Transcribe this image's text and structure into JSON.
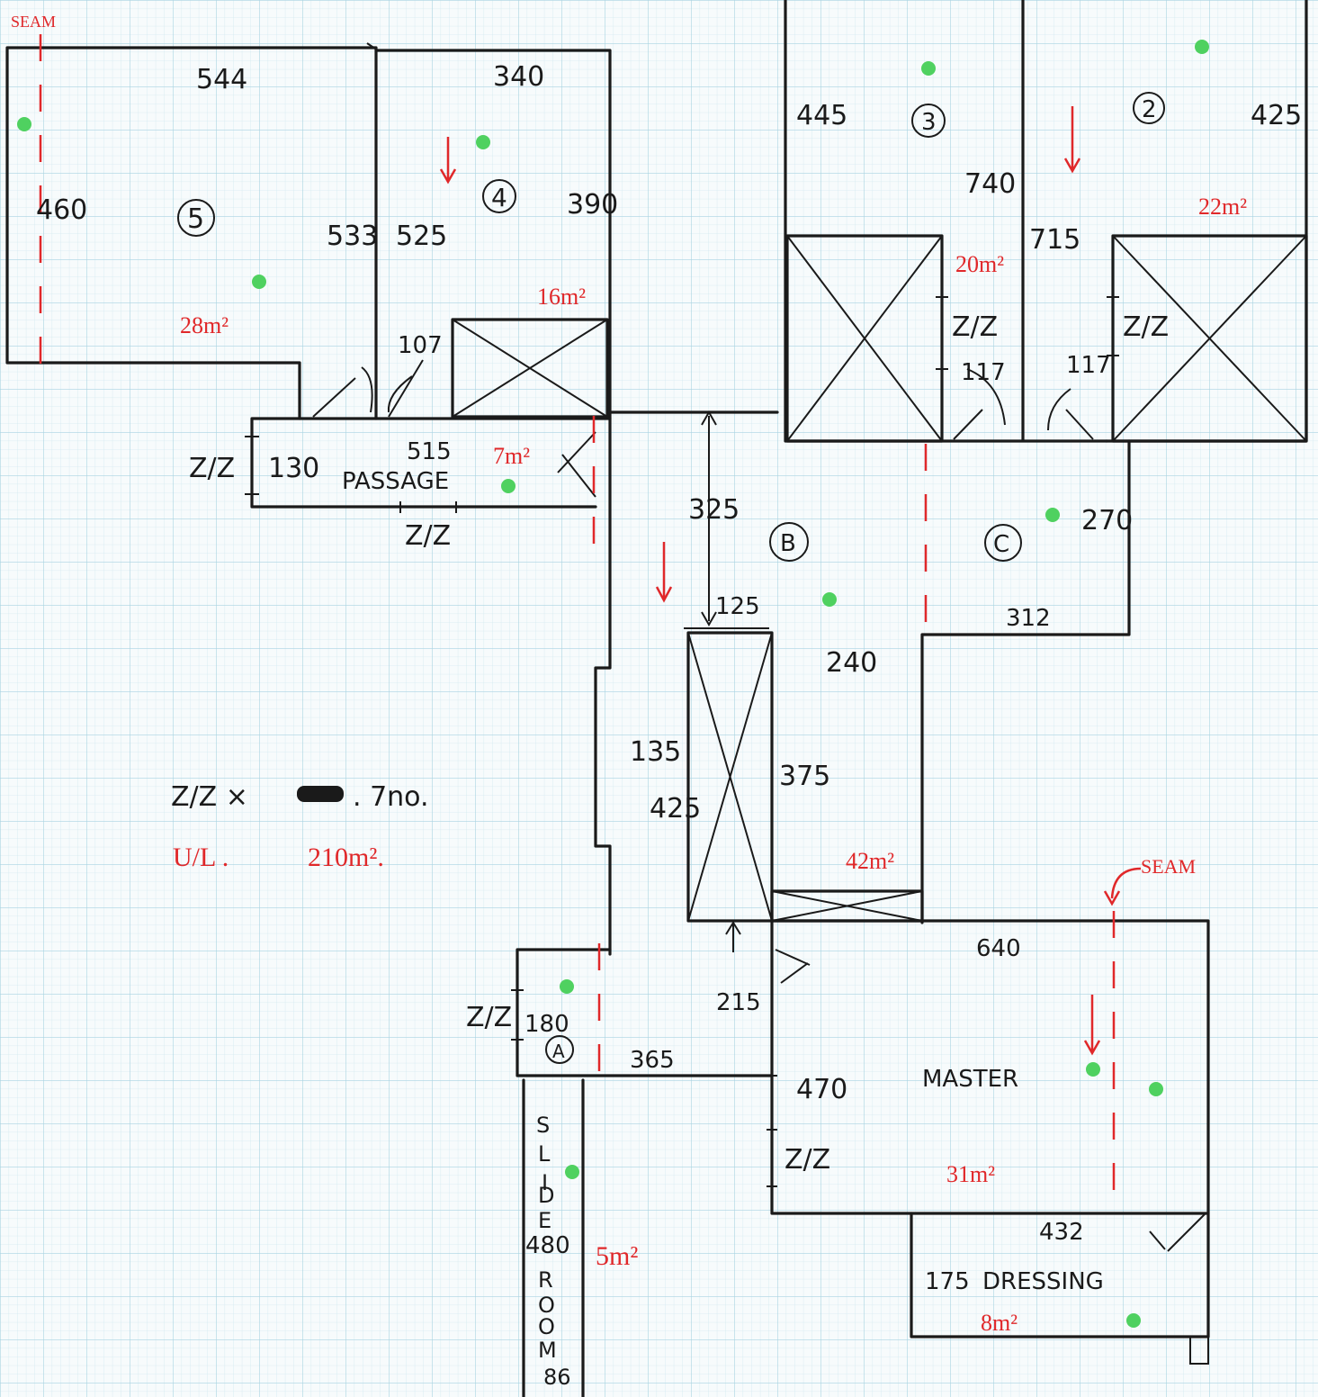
{
  "seam_labels": [
    "SEAM",
    "SEAM"
  ],
  "room_5": {
    "number": "5",
    "top": "544",
    "side": "460",
    "area": "28m²"
  },
  "room_4": {
    "number": "4",
    "top": "340",
    "left_a": "533",
    "left_b": "525",
    "right": "390",
    "area": "16m²",
    "door": "107"
  },
  "passage": {
    "label": "PASSAGE",
    "length": "515",
    "width": "130",
    "area": "7m²",
    "zz_left": "Z/Z",
    "zz_bottom": "Z/Z"
  },
  "room_3": {
    "number": "3",
    "side": "445",
    "depth": "740",
    "area": "20m²",
    "zz": "Z/Z",
    "door": "117"
  },
  "room_2": {
    "number": "2",
    "side": "425",
    "depth": "715",
    "area": "22m²",
    "zz": "Z/Z",
    "door": "117"
  },
  "area_b": {
    "label": "B",
    "length": "325",
    "short": "125"
  },
  "area_c": {
    "label": "C",
    "side": "270",
    "bottom": "312"
  },
  "corridor": {
    "w1": "240",
    "w2": "135",
    "h1": "375",
    "h2": "425",
    "area": "42m²"
  },
  "area_a": {
    "label": "A",
    "side": "180",
    "length": "365",
    "door": "215",
    "zz": "Z/Z"
  },
  "master": {
    "label": "MASTER",
    "top": "640",
    "left": "470",
    "bottom": "432",
    "area": "31m²",
    "zz": "Z/Z"
  },
  "dressing": {
    "label": "DRESSING",
    "side": "175",
    "area": "8m²"
  },
  "slide_room": {
    "letters": [
      "S",
      "L",
      "I",
      "D",
      "E"
    ],
    "length": "480",
    "room_letters": [
      "R",
      "O",
      "O",
      "M"
    ],
    "width": "86",
    "area": "5m²"
  },
  "notes": {
    "zz_count_left": "Z/Z ×",
    "zz_count_right": ". 7no.",
    "ul_label": "U/L .",
    "ul_area": "210m²."
  },
  "colors": {
    "ink": "#1a1a1a",
    "red": "#e0282a",
    "grid_minor": "#cfe6ee",
    "grid_major": "#a9d3e1",
    "dot": "#4fd160"
  }
}
